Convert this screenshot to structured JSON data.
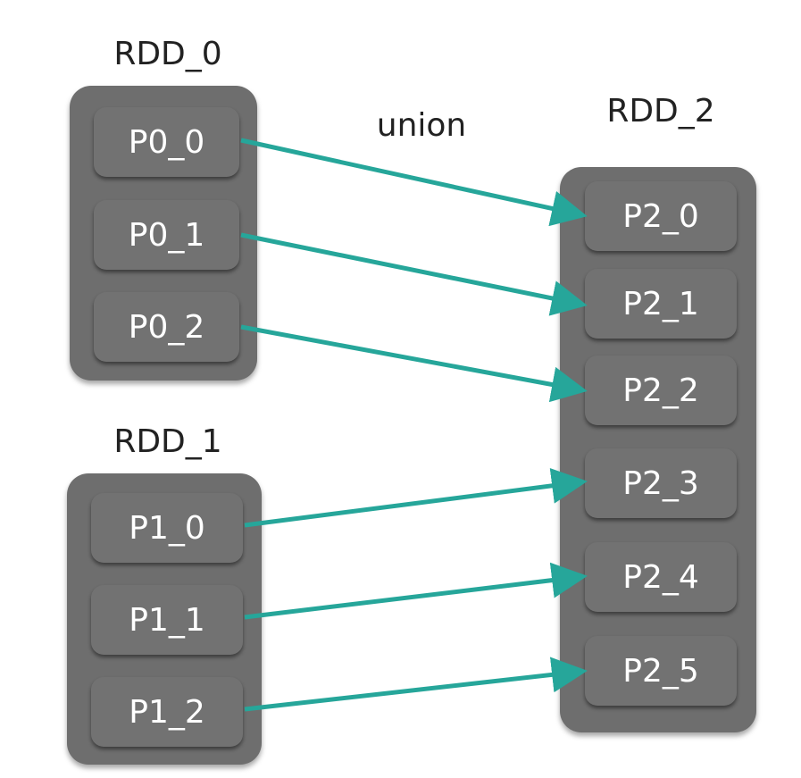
{
  "diagram": {
    "operation_label": "union",
    "colors": {
      "box": "#6e6e6e",
      "arrow": "#26a69a",
      "text": "#ffffff"
    },
    "rdds": [
      {
        "id": "rdd0",
        "title": "RDD_0",
        "partitions": [
          "P0_0",
          "P0_1",
          "P0_2"
        ]
      },
      {
        "id": "rdd1",
        "title": "RDD_1",
        "partitions": [
          "P1_0",
          "P1_1",
          "P1_2"
        ]
      },
      {
        "id": "rdd2",
        "title": "RDD_2",
        "partitions": [
          "P2_0",
          "P2_1",
          "P2_2",
          "P2_3",
          "P2_4",
          "P2_5"
        ]
      }
    ],
    "edges": [
      {
        "from": "P0_0",
        "to": "P2_0"
      },
      {
        "from": "P0_1",
        "to": "P2_1"
      },
      {
        "from": "P0_2",
        "to": "P2_2"
      },
      {
        "from": "P1_0",
        "to": "P2_3"
      },
      {
        "from": "P1_1",
        "to": "P2_4"
      },
      {
        "from": "P1_2",
        "to": "P2_5"
      }
    ]
  }
}
